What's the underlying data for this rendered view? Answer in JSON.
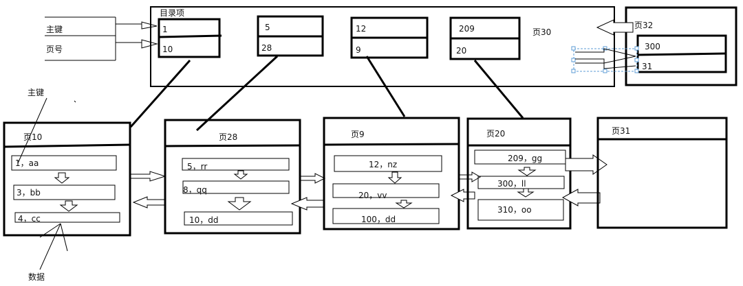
{
  "legend": {
    "key": "主键",
    "page_no": "页号"
  },
  "directory": {
    "title": "目录项",
    "page_label": "页30",
    "entries": [
      {
        "key": "1",
        "page": "10"
      },
      {
        "key": "5",
        "page": "28"
      },
      {
        "key": "12",
        "page": "9"
      },
      {
        "key": "209",
        "page": "20"
      }
    ]
  },
  "new_directory": {
    "page_label": "页32",
    "entry": {
      "key": "300",
      "page": "31"
    }
  },
  "annotations": {
    "primary_key": "主键",
    "data": "数据"
  },
  "pages": [
    {
      "label": "页10",
      "records": [
        "1，aa",
        "3，bb",
        "4，cc"
      ]
    },
    {
      "label": "页28",
      "records": [
        "5，rr",
        "8，qq",
        "10，dd"
      ]
    },
    {
      "label": "页9",
      "records": [
        "12，nz",
        "20，vv",
        "100，dd"
      ]
    },
    {
      "label": "页20",
      "records": [
        "209，gg",
        "300，ll",
        "310，oo"
      ]
    },
    {
      "label": "页31",
      "records": []
    }
  ]
}
